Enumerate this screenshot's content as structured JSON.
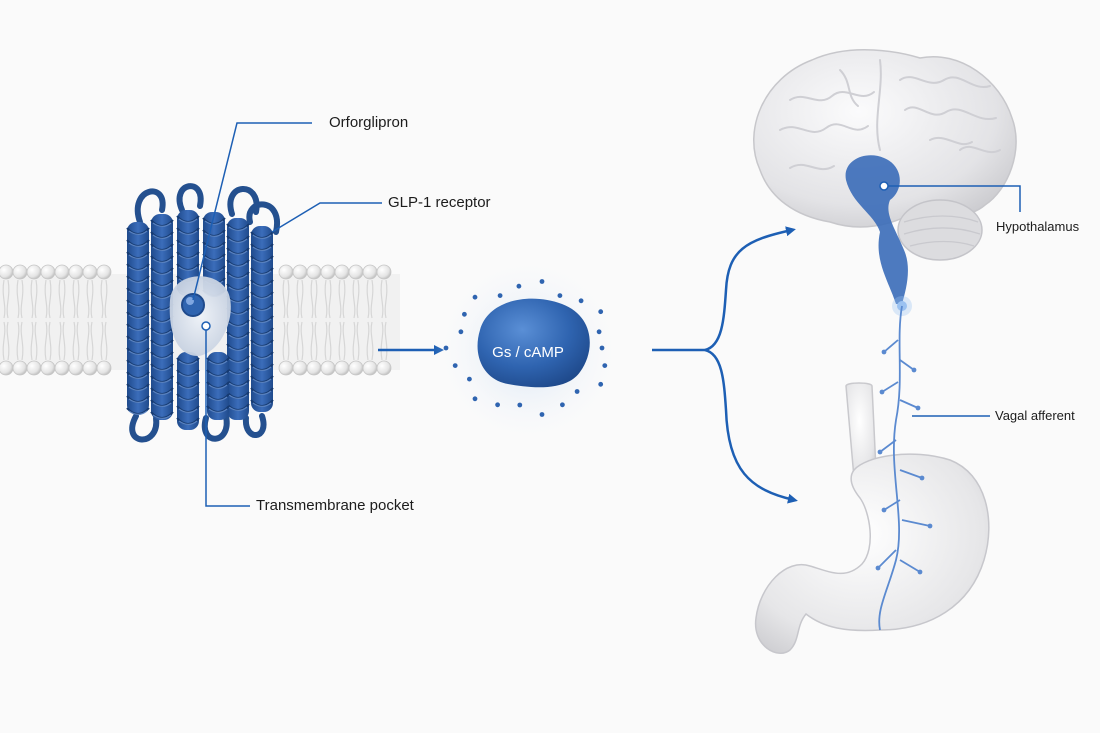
{
  "labels": {
    "orforglipron": "Orforglipron",
    "glp1_receptor": "GLP-1 receptor",
    "transmembrane_pocket": "Transmembrane pocket",
    "gs_camp": "Gs / cAMP",
    "hypothalamus": "Hypothalamus",
    "vagal_afferent": "Vagal afferent"
  },
  "colors": {
    "accent_blue": "#2f64b0",
    "dark_blue": "#1f4a8c",
    "leader_line": "#1d5fb4",
    "organ_gray": "#e6e6e8",
    "membrane_gray": "#e3e3e3"
  },
  "icons": [
    "glp1-receptor-helix-bundle",
    "membrane-bilayer",
    "gs-camp-blob",
    "brain-illustration",
    "stomach-illustration",
    "vagal-nerve"
  ]
}
